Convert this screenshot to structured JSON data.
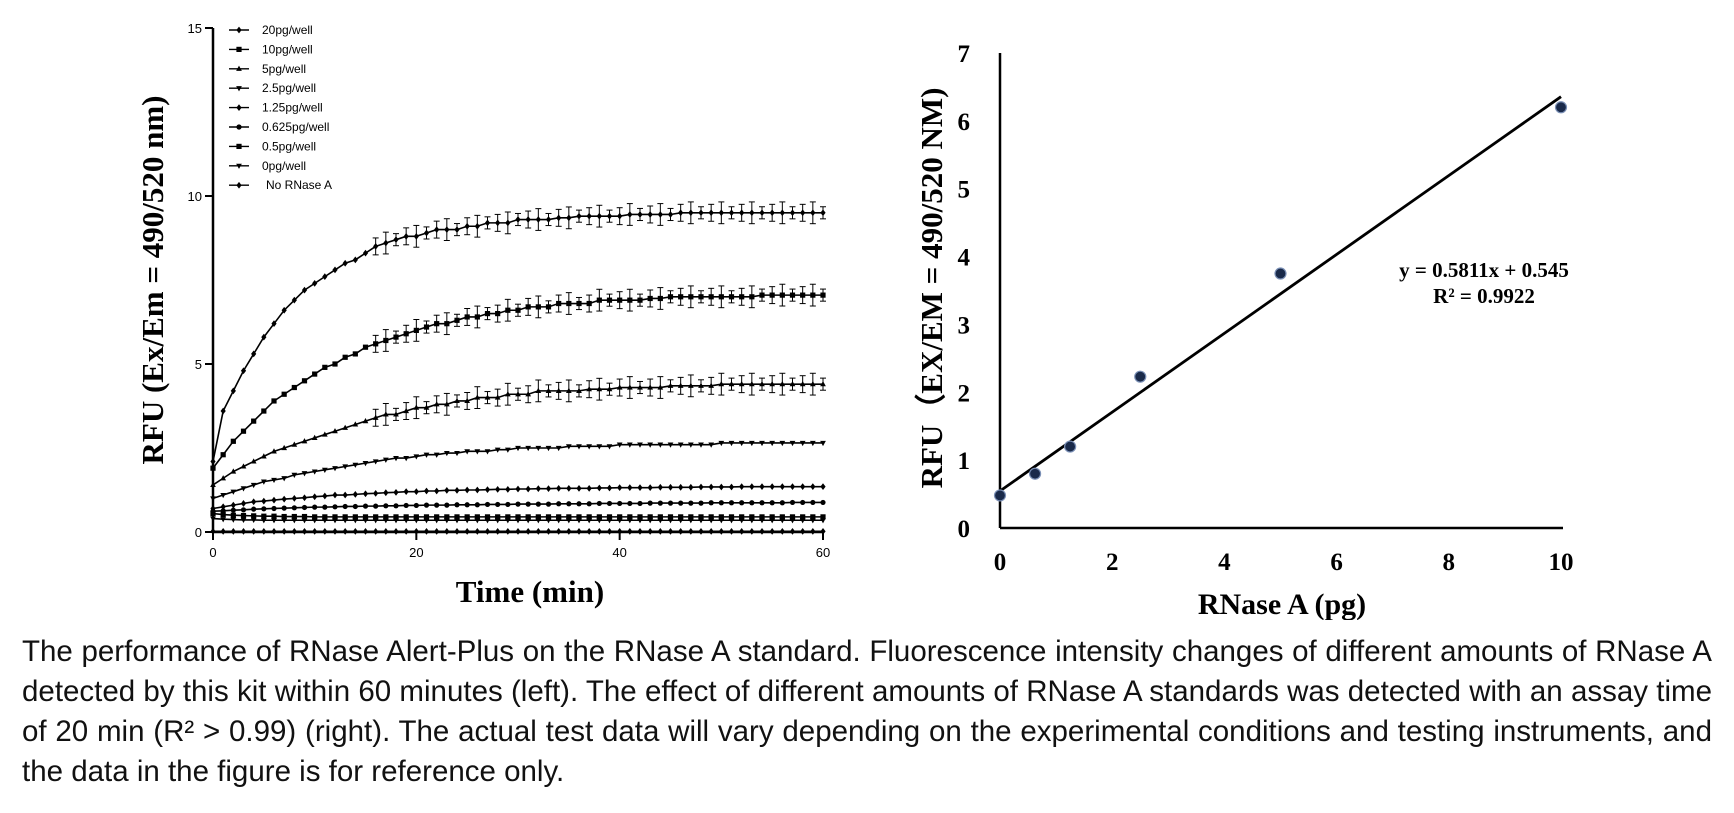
{
  "chart_data": [
    {
      "type": "line",
      "title": "",
      "xlabel": "Time (min)",
      "ylabel": "RFU (Ex/Em = 490/520 nm)",
      "xlim": [
        0,
        60
      ],
      "ylim": [
        0,
        15
      ],
      "xticks": [
        "0",
        "20",
        "40",
        "60"
      ],
      "yticks": [
        "0",
        "5",
        "10",
        "15"
      ],
      "grid": false,
      "legend_position": "top-left",
      "error_bars": true,
      "x": [
        0,
        1,
        2,
        3,
        4,
        5,
        6,
        7,
        8,
        9,
        10,
        11,
        12,
        13,
        14,
        15,
        16,
        17,
        18,
        19,
        20,
        21,
        22,
        23,
        24,
        25,
        26,
        27,
        28,
        29,
        30,
        31,
        32,
        33,
        34,
        35,
        36,
        37,
        38,
        39,
        40,
        41,
        42,
        43,
        44,
        45,
        46,
        47,
        48,
        49,
        50,
        51,
        52,
        53,
        54,
        55,
        56,
        57,
        58,
        59,
        60
      ],
      "series": [
        {
          "name": "20pg/well",
          "marker": "diamond",
          "values": [
            2.1,
            3.6,
            4.2,
            4.8,
            5.3,
            5.8,
            6.2,
            6.6,
            6.9,
            7.2,
            7.4,
            7.6,
            7.8,
            8.0,
            8.1,
            8.3,
            8.5,
            8.6,
            8.7,
            8.8,
            8.8,
            8.9,
            9.0,
            9.0,
            9.0,
            9.1,
            9.1,
            9.2,
            9.2,
            9.2,
            9.3,
            9.3,
            9.3,
            9.3,
            9.35,
            9.35,
            9.4,
            9.4,
            9.4,
            9.4,
            9.4,
            9.45,
            9.45,
            9.45,
            9.45,
            9.45,
            9.5,
            9.5,
            9.5,
            9.5,
            9.5,
            9.5,
            9.5,
            9.5,
            9.5,
            9.5,
            9.5,
            9.5,
            9.5,
            9.5,
            9.5
          ]
        },
        {
          "name": "10pg/well",
          "marker": "square",
          "values": [
            1.9,
            2.3,
            2.7,
            3.0,
            3.3,
            3.6,
            3.9,
            4.1,
            4.3,
            4.5,
            4.7,
            4.9,
            5.0,
            5.2,
            5.3,
            5.5,
            5.6,
            5.7,
            5.8,
            5.9,
            6.0,
            6.1,
            6.2,
            6.2,
            6.3,
            6.4,
            6.4,
            6.5,
            6.5,
            6.6,
            6.6,
            6.7,
            6.7,
            6.7,
            6.8,
            6.8,
            6.8,
            6.8,
            6.9,
            6.9,
            6.9,
            6.9,
            6.9,
            6.95,
            6.95,
            7.0,
            7.0,
            7.0,
            7.0,
            7.0,
            7.0,
            7.0,
            7.0,
            7.0,
            7.05,
            7.05,
            7.05,
            7.05,
            7.05,
            7.05,
            7.05
          ]
        },
        {
          "name": "5pg/well",
          "marker": "triangle-up",
          "values": [
            1.4,
            1.6,
            1.8,
            1.95,
            2.1,
            2.25,
            2.4,
            2.5,
            2.6,
            2.7,
            2.8,
            2.9,
            3.0,
            3.1,
            3.2,
            3.3,
            3.4,
            3.5,
            3.5,
            3.6,
            3.7,
            3.7,
            3.8,
            3.8,
            3.9,
            3.9,
            4.0,
            4.0,
            4.0,
            4.1,
            4.1,
            4.1,
            4.2,
            4.2,
            4.2,
            4.2,
            4.2,
            4.25,
            4.25,
            4.25,
            4.3,
            4.3,
            4.3,
            4.3,
            4.3,
            4.35,
            4.35,
            4.35,
            4.35,
            4.35,
            4.4,
            4.4,
            4.4,
            4.4,
            4.4,
            4.4,
            4.4,
            4.4,
            4.4,
            4.4,
            4.4
          ]
        },
        {
          "name": "2.5pg/well",
          "marker": "triangle-down",
          "values": [
            1.0,
            1.1,
            1.2,
            1.3,
            1.4,
            1.5,
            1.55,
            1.6,
            1.7,
            1.75,
            1.8,
            1.85,
            1.9,
            1.95,
            2.0,
            2.05,
            2.1,
            2.15,
            2.2,
            2.2,
            2.25,
            2.3,
            2.3,
            2.35,
            2.35,
            2.4,
            2.4,
            2.4,
            2.45,
            2.45,
            2.5,
            2.5,
            2.5,
            2.5,
            2.5,
            2.55,
            2.55,
            2.55,
            2.55,
            2.55,
            2.6,
            2.6,
            2.6,
            2.6,
            2.6,
            2.6,
            2.6,
            2.6,
            2.6,
            2.6,
            2.65,
            2.65,
            2.65,
            2.65,
            2.65,
            2.65,
            2.65,
            2.65,
            2.65,
            2.65,
            2.65
          ]
        },
        {
          "name": "1.25pg/well",
          "marker": "diamond",
          "values": [
            0.7,
            0.75,
            0.8,
            0.85,
            0.9,
            0.92,
            0.95,
            0.98,
            1.0,
            1.02,
            1.05,
            1.07,
            1.1,
            1.1,
            1.12,
            1.14,
            1.15,
            1.17,
            1.18,
            1.2,
            1.2,
            1.22,
            1.22,
            1.24,
            1.24,
            1.25,
            1.25,
            1.26,
            1.27,
            1.27,
            1.28,
            1.28,
            1.29,
            1.29,
            1.3,
            1.3,
            1.3,
            1.3,
            1.31,
            1.31,
            1.32,
            1.32,
            1.32,
            1.32,
            1.33,
            1.33,
            1.33,
            1.33,
            1.34,
            1.34,
            1.34,
            1.34,
            1.35,
            1.35,
            1.35,
            1.35,
            1.35,
            1.35,
            1.35,
            1.35,
            1.35
          ]
        },
        {
          "name": "0.625pg/well",
          "marker": "circle",
          "values": [
            0.62,
            0.63,
            0.65,
            0.66,
            0.68,
            0.69,
            0.7,
            0.71,
            0.72,
            0.73,
            0.74,
            0.74,
            0.75,
            0.76,
            0.76,
            0.77,
            0.77,
            0.78,
            0.78,
            0.79,
            0.79,
            0.8,
            0.8,
            0.8,
            0.81,
            0.81,
            0.81,
            0.82,
            0.82,
            0.82,
            0.83,
            0.83,
            0.83,
            0.83,
            0.84,
            0.84,
            0.84,
            0.84,
            0.85,
            0.85,
            0.85,
            0.85,
            0.85,
            0.86,
            0.86,
            0.86,
            0.86,
            0.86,
            0.86,
            0.87,
            0.87,
            0.87,
            0.87,
            0.87,
            0.87,
            0.87,
            0.87,
            0.88,
            0.88,
            0.88,
            0.88
          ]
        },
        {
          "name": "0.5pg/well",
          "marker": "square",
          "values": [
            0.55,
            0.52,
            0.5,
            0.49,
            0.48,
            0.47,
            0.47,
            0.46,
            0.46,
            0.46,
            0.45,
            0.45,
            0.45,
            0.45,
            0.45,
            0.45,
            0.45,
            0.45,
            0.45,
            0.45,
            0.45,
            0.45,
            0.45,
            0.45,
            0.45,
            0.45,
            0.45,
            0.45,
            0.45,
            0.45,
            0.45,
            0.45,
            0.45,
            0.45,
            0.45,
            0.45,
            0.45,
            0.45,
            0.45,
            0.45,
            0.45,
            0.45,
            0.45,
            0.45,
            0.45,
            0.45,
            0.45,
            0.45,
            0.45,
            0.45,
            0.45,
            0.45,
            0.45,
            0.45,
            0.45,
            0.45,
            0.45,
            0.45,
            0.45,
            0.45,
            0.45
          ]
        },
        {
          "name": "0pg/well",
          "marker": "triangle-down",
          "values": [
            0.4,
            0.38,
            0.37,
            0.36,
            0.36,
            0.35,
            0.35,
            0.35,
            0.35,
            0.35,
            0.35,
            0.35,
            0.35,
            0.35,
            0.35,
            0.35,
            0.35,
            0.35,
            0.35,
            0.35,
            0.35,
            0.35,
            0.35,
            0.35,
            0.35,
            0.35,
            0.35,
            0.35,
            0.35,
            0.35,
            0.35,
            0.35,
            0.35,
            0.35,
            0.35,
            0.35,
            0.35,
            0.35,
            0.35,
            0.35,
            0.35,
            0.35,
            0.35,
            0.35,
            0.35,
            0.35,
            0.35,
            0.35,
            0.35,
            0.35,
            0.35,
            0.35,
            0.35,
            0.35,
            0.35,
            0.35,
            0.35,
            0.35,
            0.35,
            0.35,
            0.35
          ]
        },
        {
          "name": "No RNase A",
          "marker": "diamond",
          "values": [
            0.02,
            0.02,
            0.02,
            0.02,
            0.02,
            0.02,
            0.02,
            0.02,
            0.02,
            0.02,
            0.02,
            0.02,
            0.02,
            0.02,
            0.02,
            0.02,
            0.02,
            0.02,
            0.02,
            0.02,
            0.02,
            0.02,
            0.02,
            0.02,
            0.02,
            0.02,
            0.02,
            0.02,
            0.02,
            0.02,
            0.02,
            0.02,
            0.02,
            0.02,
            0.02,
            0.02,
            0.02,
            0.02,
            0.02,
            0.02,
            0.02,
            0.02,
            0.02,
            0.02,
            0.02,
            0.02,
            0.02,
            0.02,
            0.02,
            0.02,
            0.02,
            0.02,
            0.02,
            0.02,
            0.02,
            0.02,
            0.02,
            0.02,
            0.02,
            0.02,
            0.02
          ]
        }
      ]
    },
    {
      "type": "scatter",
      "title": "",
      "xlabel": "RNase A (pg)",
      "ylabel": "RFU（EX/EM = 490/520 NM)",
      "xlim": [
        0,
        10
      ],
      "ylim": [
        0,
        7
      ],
      "xticks": [
        "0",
        "2",
        "4",
        "6",
        "8",
        "10"
      ],
      "yticks": [
        "0",
        "1",
        "2",
        "3",
        "4",
        "5",
        "6",
        "7"
      ],
      "grid": false,
      "x": [
        0,
        0.625,
        1.25,
        2.5,
        5,
        10
      ],
      "y": [
        0.48,
        0.8,
        1.2,
        2.23,
        3.75,
        6.2
      ],
      "point_color": "#1a2a4a",
      "fit": {
        "slope": 0.5811,
        "intercept": 0.545,
        "x_range": [
          0,
          10
        ]
      },
      "annotation": [
        "y = 0.5811x + 0.545",
        "R² = 0.9922"
      ]
    }
  ],
  "caption": "The performance of RNase Alert-Plus on the RNase A standard. Fluorescence intensity changes of different amounts of RNase A detected by this kit within 60 minutes (left). The effect of different amounts of RNase A standards was detected with an assay time of 20 min (R² > 0.99) (right). The actual test data will vary depending on the experimental conditions and testing instruments, and the data in the figure is for reference only."
}
